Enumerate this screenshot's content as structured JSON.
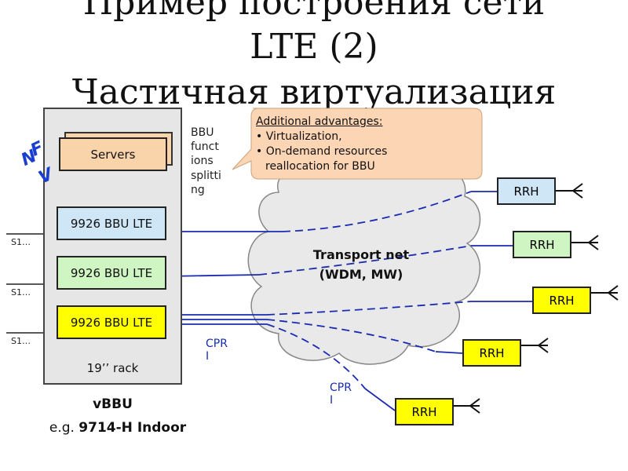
{
  "title": {
    "line1": "Пример построения сети",
    "line2": "LTE (2)",
    "line3": "Частичная виртуализация"
  },
  "nfv_label": "NFV",
  "rack": {
    "servers_label": "Servers",
    "bbu_label": "9926 BBU LTE",
    "rack_label": "19’’ rack",
    "s1_label": "S1…",
    "vbbu_label": "vBBU",
    "example_prefix": "e.g. ",
    "example_model": "9714-H Indoor"
  },
  "bbu_split_note": [
    "BBU",
    "funct",
    "ions",
    "splitti",
    "ng"
  ],
  "callout": {
    "heading": "Additional advantages:",
    "items": [
      "• Virtualization,",
      "• On-demand resources",
      "reallocation for BBU"
    ]
  },
  "cloud": {
    "line1": "Transport net",
    "line2": "(WDM, MW)"
  },
  "rrh_label": "RRH",
  "cpri_label": [
    "CPR",
    "I"
  ],
  "colors": {
    "rack_bg": "#e6e6e6",
    "servers": "#f9d3a9",
    "bbu_blue": "#cfe6f7",
    "bbu_green": "#cff5c3",
    "bbu_yellow": "#ffff00",
    "link": "#1a2bb0",
    "interconnect": "#e01b24",
    "callout": "#fcd5b5"
  }
}
